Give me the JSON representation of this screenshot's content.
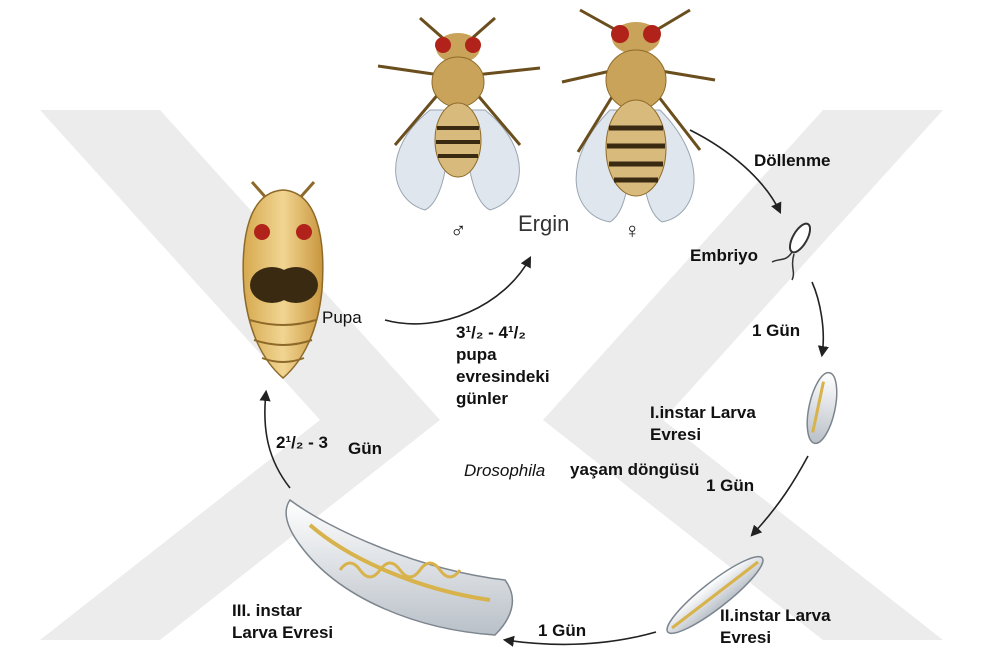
{
  "diagram": {
    "adult_label": "Ergin",
    "male_symbol": "♂",
    "female_symbol": "♀",
    "fertilization_label": "Döllenme",
    "embryo_label": "Embriyo",
    "pupa_label": "Pupa",
    "pupa_days_label": "3¹/₂ - 4¹/₂\npupa\nevresindeki\ngünler",
    "larva3_to_pupa_days": "2¹/₂ - 3",
    "larva3_to_pupa_unit": "Gün",
    "center_genus": "Drosophila",
    "center_rest": "yaşam döngüsü",
    "embryo_to_l1_days": "1 Gün",
    "l1_label": "I.instar Larva\nEvresi",
    "l1_to_l2_days": "1 Gün",
    "l2_label": "II.instar Larva\nEvresi",
    "l2_to_l3_days": "1 Gün",
    "l3_label": "III. instar\nLarva Evresi"
  },
  "colors": {
    "watermark": "#ececec",
    "fly_body": "#c9a35a",
    "fly_eye": "#b0221a",
    "wing": "#dfe6ee",
    "pupa": "#e6c173",
    "larva": "#e7eaee",
    "gut": "#d8b24a",
    "arrow": "#222222"
  }
}
